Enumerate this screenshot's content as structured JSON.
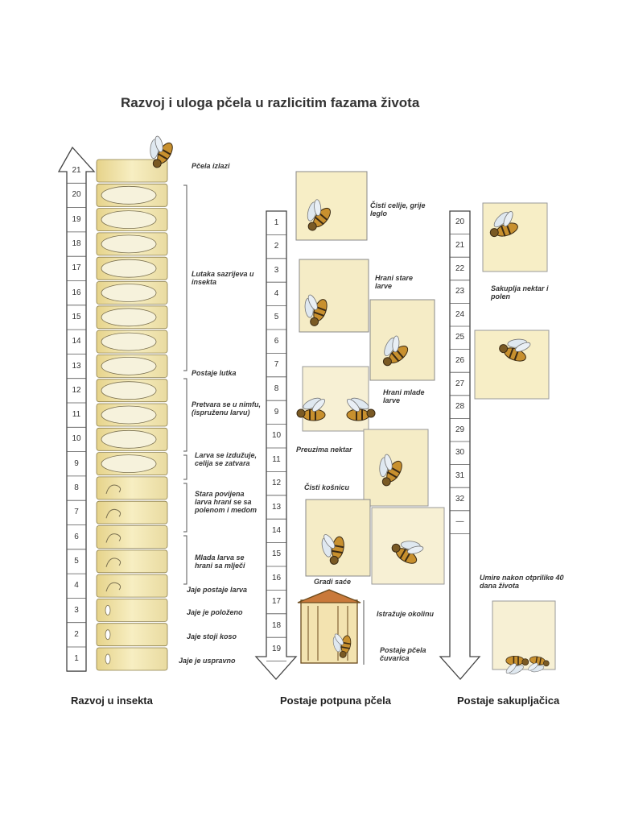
{
  "title": "Razvoj i uloga pčela u razlicitim fazama života",
  "col1": {
    "footer": "Razvoj u insekta",
    "numbers": [
      "21",
      "20",
      "19",
      "18",
      "17",
      "16",
      "15",
      "14",
      "13",
      "12",
      "11",
      "10",
      "9",
      "8",
      "7",
      "6",
      "5",
      "4",
      "3",
      "2",
      "1"
    ],
    "annotations": {
      "emerges": "Pčela izlazi",
      "pupa_matures": "Lutaka sazrijeva u insekta",
      "becomes_pupa": "Postaje lutka",
      "nymph": "Pretvara se u nimfu, (ispruženu larvu)",
      "larva_stretches": "Larva se izdužuje, celija se zatvara",
      "old_larva": "Stara povijena larva hrani se sa polenom i medom",
      "young_larva": "Mlada larva se hrani sa mlječi",
      "egg_larva": "Jaje postaje larva",
      "egg_lying": "Jaje je položeno",
      "egg_tilted": "Jaje stoji koso",
      "egg_upright": "Jaje je uspravno"
    }
  },
  "col2": {
    "footer": "Postaje potpuna pčela",
    "numbers": [
      "1",
      "2",
      "3",
      "4",
      "5",
      "6",
      "7",
      "8",
      "9",
      "10",
      "11",
      "12",
      "13",
      "14",
      "15",
      "16",
      "17",
      "18",
      "19"
    ],
    "annotations": {
      "cleans_cells": "Čisti celije, grije leglo",
      "feeds_old": "Hrani stare larve",
      "feeds_young": "Hrani mlade larve",
      "takes_nectar": "Preuzima nektar",
      "cleans_hive": "Čisti košnicu",
      "builds_comb": "Gradi saće",
      "explores": "Istražuje okolinu",
      "guard": "Postaje pčela čuvarica"
    }
  },
  "col3": {
    "footer": "Postaje sakupljačica",
    "numbers": [
      "20",
      "21",
      "22",
      "23",
      "24",
      "25",
      "26",
      "27",
      "28",
      "29",
      "30",
      "31",
      "32",
      "—"
    ],
    "annotations": {
      "collects": "Sakuplja nektar i polen",
      "dies": "Umire nakon otprilike 40 dana života"
    }
  },
  "colors": {
    "cell_fill": "#f3e7a8",
    "cell_stroke": "#8a7d4a",
    "larva": "#f6f2dc",
    "bee_body": "#c8902e",
    "bee_stripe": "#3a2a14",
    "wing": "#dfe8f0",
    "line": "#444444"
  }
}
